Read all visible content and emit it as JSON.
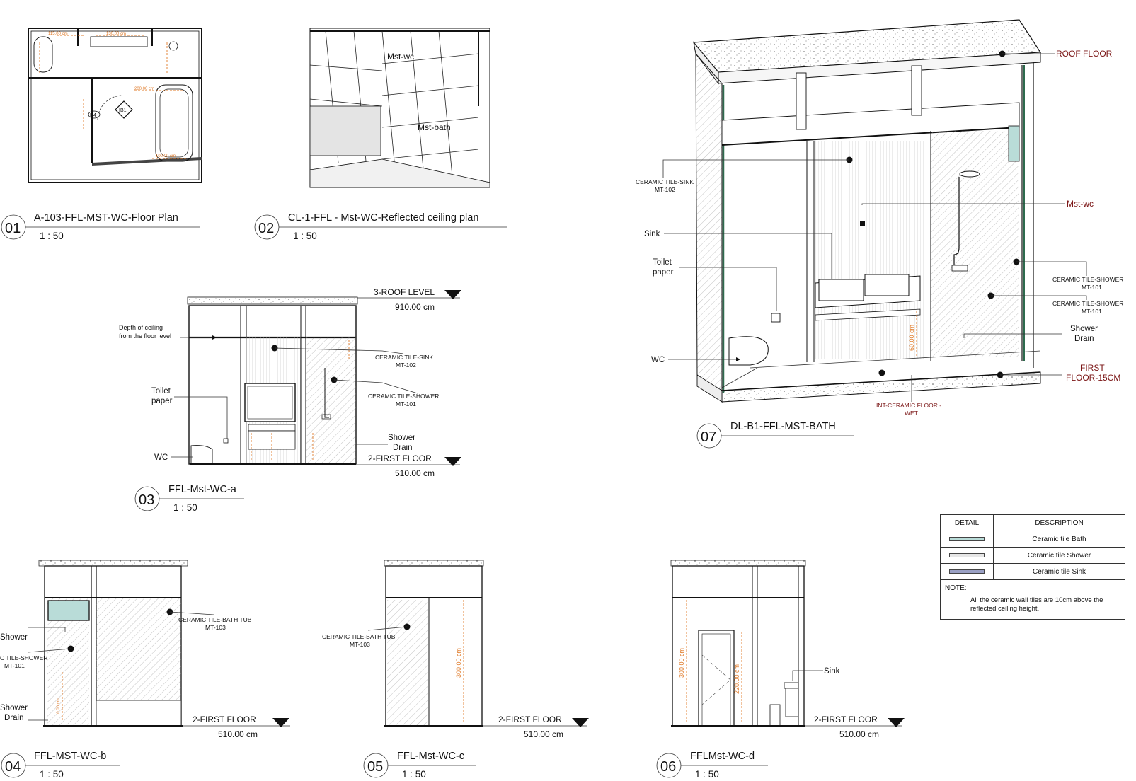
{
  "views": {
    "v01": {
      "number": "01",
      "title": "A-103-FFL-MST-WC-Floor Plan",
      "scale": "1 : 50"
    },
    "v02": {
      "number": "02",
      "title": "CL-1-FFL - Mst-WC-Reflected ceiling plan",
      "scale": "1 : 50"
    },
    "v03": {
      "number": "03",
      "title": "FFL-Mst-WC-a",
      "scale": "1 : 50"
    },
    "v04": {
      "number": "04",
      "title": "FFL-MST-WC-b",
      "scale": "1 : 50"
    },
    "v05": {
      "number": "05",
      "title": "FFL-Mst-WC-c",
      "scale": "1 : 50"
    },
    "v06": {
      "number": "06",
      "title": "FFLMst-WC-d",
      "scale": "1 : 50"
    },
    "v07": {
      "number": "07",
      "title": "DL-B1-FFL-MST-BATH"
    }
  },
  "plan_labels": {
    "ib1": "IB1",
    "d4": "D4",
    "dims": [
      "115.00 cm",
      "130.00 cm",
      "100.00 cm",
      "160.00 cm",
      "100.00 cm",
      "200.00 cm",
      "250.00 cm",
      "70.00 cm",
      "100.00 cm"
    ]
  },
  "ceiling_labels": {
    "mst_wc": "Mst-wc",
    "mst_bath": "Mst-bath"
  },
  "levels": {
    "roof_level": "3-ROOF LEVEL",
    "roof_value": "910.00 cm",
    "first_floor": "2-FIRST FLOOR",
    "first_value": "510.00 cm"
  },
  "elev_a": {
    "depth_ceiling": "Depth of ceiling",
    "depth_ceiling_2": "from the floor level",
    "toilet_paper_1": "Toilet",
    "toilet_paper_2": "paper",
    "wc": "WC",
    "ct_sink": "CERAMIC TILE-SINK",
    "mt102": "MT-102",
    "ct_shower": "CERAMIC TILE-SHOWER",
    "mt101": "MT-101",
    "shower_drain_1": "Shower",
    "shower_drain_2": "Drain"
  },
  "elev_b": {
    "ct_bathtub": "CERAMIC TILE-BATH TUB",
    "mt103": "MT-103",
    "shower": "Shower",
    "ct_shower": "C TILE-SHOWER",
    "mt101": "MT-101",
    "shower_drain_1": "Shower",
    "shower_drain_2": "Drain",
    "dim": "110.00 cm"
  },
  "elev_c": {
    "ct_bathtub": "CERAMIC TILE-BATH TUB",
    "mt103": "MT-103",
    "dim": "300.00 cm"
  },
  "elev_d": {
    "dim1": "300.00 cm",
    "dim2": "220.00 cm",
    "sink": "Sink"
  },
  "iso": {
    "roof_floor": "ROOF FLOOR",
    "mst_wc": "Mst-wc",
    "ct_sink": "CERAMIC TILE-SINK",
    "mt102": "MT-102",
    "sink": "Sink",
    "toilet_paper_1": "Toilet",
    "toilet_paper_2": "paper",
    "wc": "WC",
    "ct_shower_1": "CERAMIC TILE-SHOWER",
    "mt101_1": "MT-101",
    "ct_shower_2": "CERAMIC TILE-SHOWER",
    "mt101_2": "MT-101",
    "shower_drain_1": "Shower",
    "shower_drain_2": "Drain",
    "first_floor_1": "FIRST",
    "first_floor_2": "FLOOR-15CM",
    "int_floor_1": "INT-CERAMIC FLOOR -",
    "int_floor_2": "WET",
    "dim": "60.00 cm"
  },
  "legend": {
    "col_detail": "DETAIL",
    "col_description": "DESCRIPTION",
    "rows": [
      {
        "description": "Ceramic tile Bath",
        "color": "#b9dcd8"
      },
      {
        "description": "Ceramic tile Shower",
        "color": "#e6e6e6"
      },
      {
        "description": "Ceramic tile Sink",
        "color": "#9aa0c4"
      }
    ],
    "note_label": "NOTE:",
    "note_text_1": "All the ceramic wall tiles are 10cm above the",
    "note_text_2": "reflected ceiling height."
  }
}
